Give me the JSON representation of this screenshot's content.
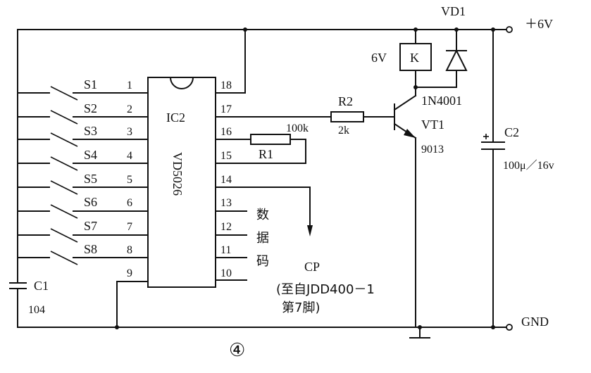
{
  "ic": {
    "ref": "IC2",
    "part": "VD5026",
    "pins_left": [
      "1",
      "2",
      "3",
      "4",
      "5",
      "6",
      "7",
      "8",
      "9"
    ],
    "pins_right": [
      "18",
      "17",
      "16",
      "15",
      "14",
      "13",
      "12",
      "11",
      "10"
    ]
  },
  "switches": [
    "S1",
    "S2",
    "S3",
    "S4",
    "S5",
    "S6",
    "S7",
    "S8"
  ],
  "c1": {
    "ref": "C1",
    "value": "104"
  },
  "r1": {
    "ref": "R1",
    "value": "100k"
  },
  "r2": {
    "ref": "R2",
    "value": "2k"
  },
  "vt1": {
    "ref": "VT1",
    "part": "9013"
  },
  "vd1": {
    "ref": "VD1",
    "part": "1N4001"
  },
  "relay": {
    "ref": "K",
    "voltage": "6V"
  },
  "c2": {
    "ref": "C2",
    "value": "100μ／16v"
  },
  "supply": {
    "plus": "＋6V",
    "gnd": "GND"
  },
  "data_code": [
    "数",
    "据",
    "码"
  ],
  "cp": {
    "label": "CP",
    "note_line1": "(至自JDD400－1",
    "note_line2": "第7脚)"
  },
  "figure_number": "④"
}
